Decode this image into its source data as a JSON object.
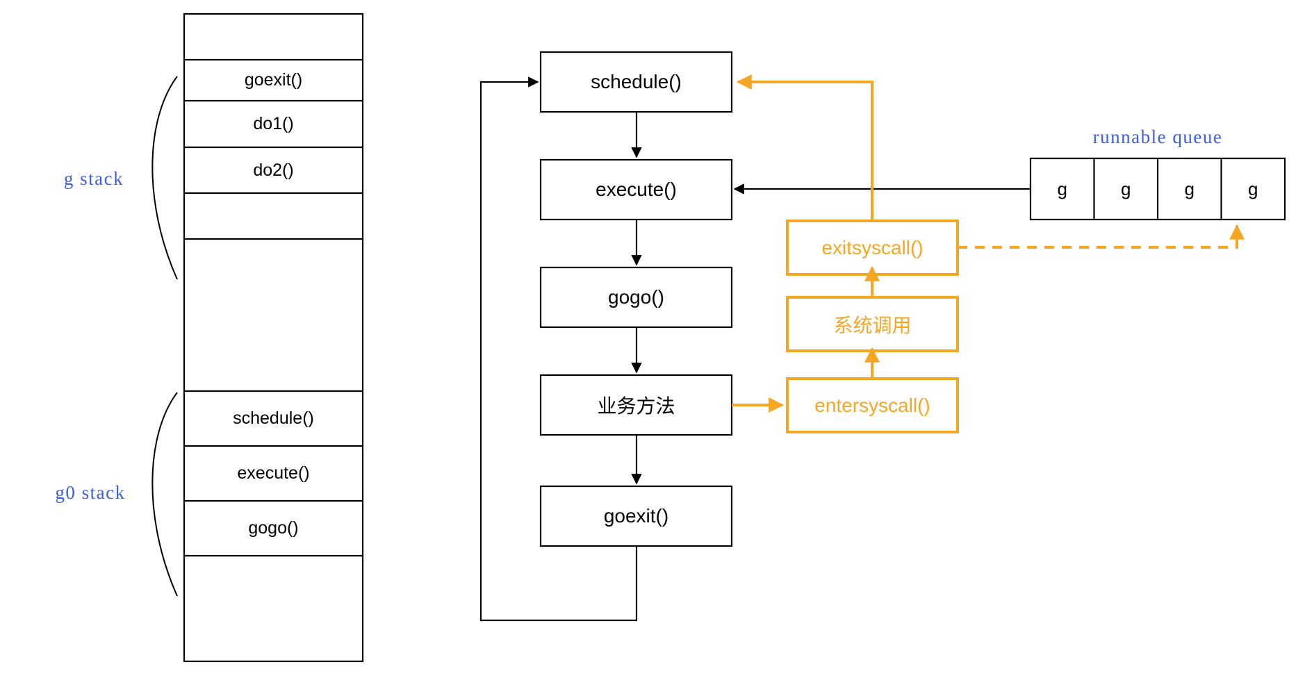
{
  "colors": {
    "stroke": "#000000",
    "accent_orange": "#f5a623",
    "annotation_blue": "#3b60e4",
    "background": "#ffffff"
  },
  "stack_diagram": {
    "annotations": [
      {
        "label": "g stack",
        "name": "g-stack-annotation"
      },
      {
        "label": "g0 stack",
        "name": "g0-stack-annotation"
      }
    ],
    "cells": [
      {
        "label": "",
        "empty": true
      },
      {
        "label": "goexit()",
        "empty": false
      },
      {
        "label": "do1()",
        "empty": false
      },
      {
        "label": "do2()",
        "empty": false
      },
      {
        "label": "",
        "empty": true
      },
      {
        "label": "",
        "empty": true
      },
      {
        "label": "schedule()",
        "empty": false
      },
      {
        "label": "execute()",
        "empty": false
      },
      {
        "label": "gogo()",
        "empty": false
      },
      {
        "label": "",
        "empty": true
      }
    ]
  },
  "flow": {
    "boxes": [
      {
        "id": "schedule",
        "label": "schedule()",
        "style": "black"
      },
      {
        "id": "execute",
        "label": "execute()",
        "style": "black"
      },
      {
        "id": "gogo",
        "label": "gogo()",
        "style": "black"
      },
      {
        "id": "business",
        "label": "业务方法",
        "style": "black"
      },
      {
        "id": "goexit",
        "label": "goexit()",
        "style": "black"
      }
    ],
    "syscall_boxes": [
      {
        "id": "exitsyscall",
        "label": "exitsyscall()",
        "style": "orange"
      },
      {
        "id": "syscall",
        "label": "系统调用",
        "style": "orange"
      },
      {
        "id": "entersyscall",
        "label": "entersyscall()",
        "style": "orange"
      }
    ]
  },
  "queue": {
    "title": "runnable queue",
    "cells": [
      "g",
      "g",
      "g",
      "g"
    ]
  }
}
